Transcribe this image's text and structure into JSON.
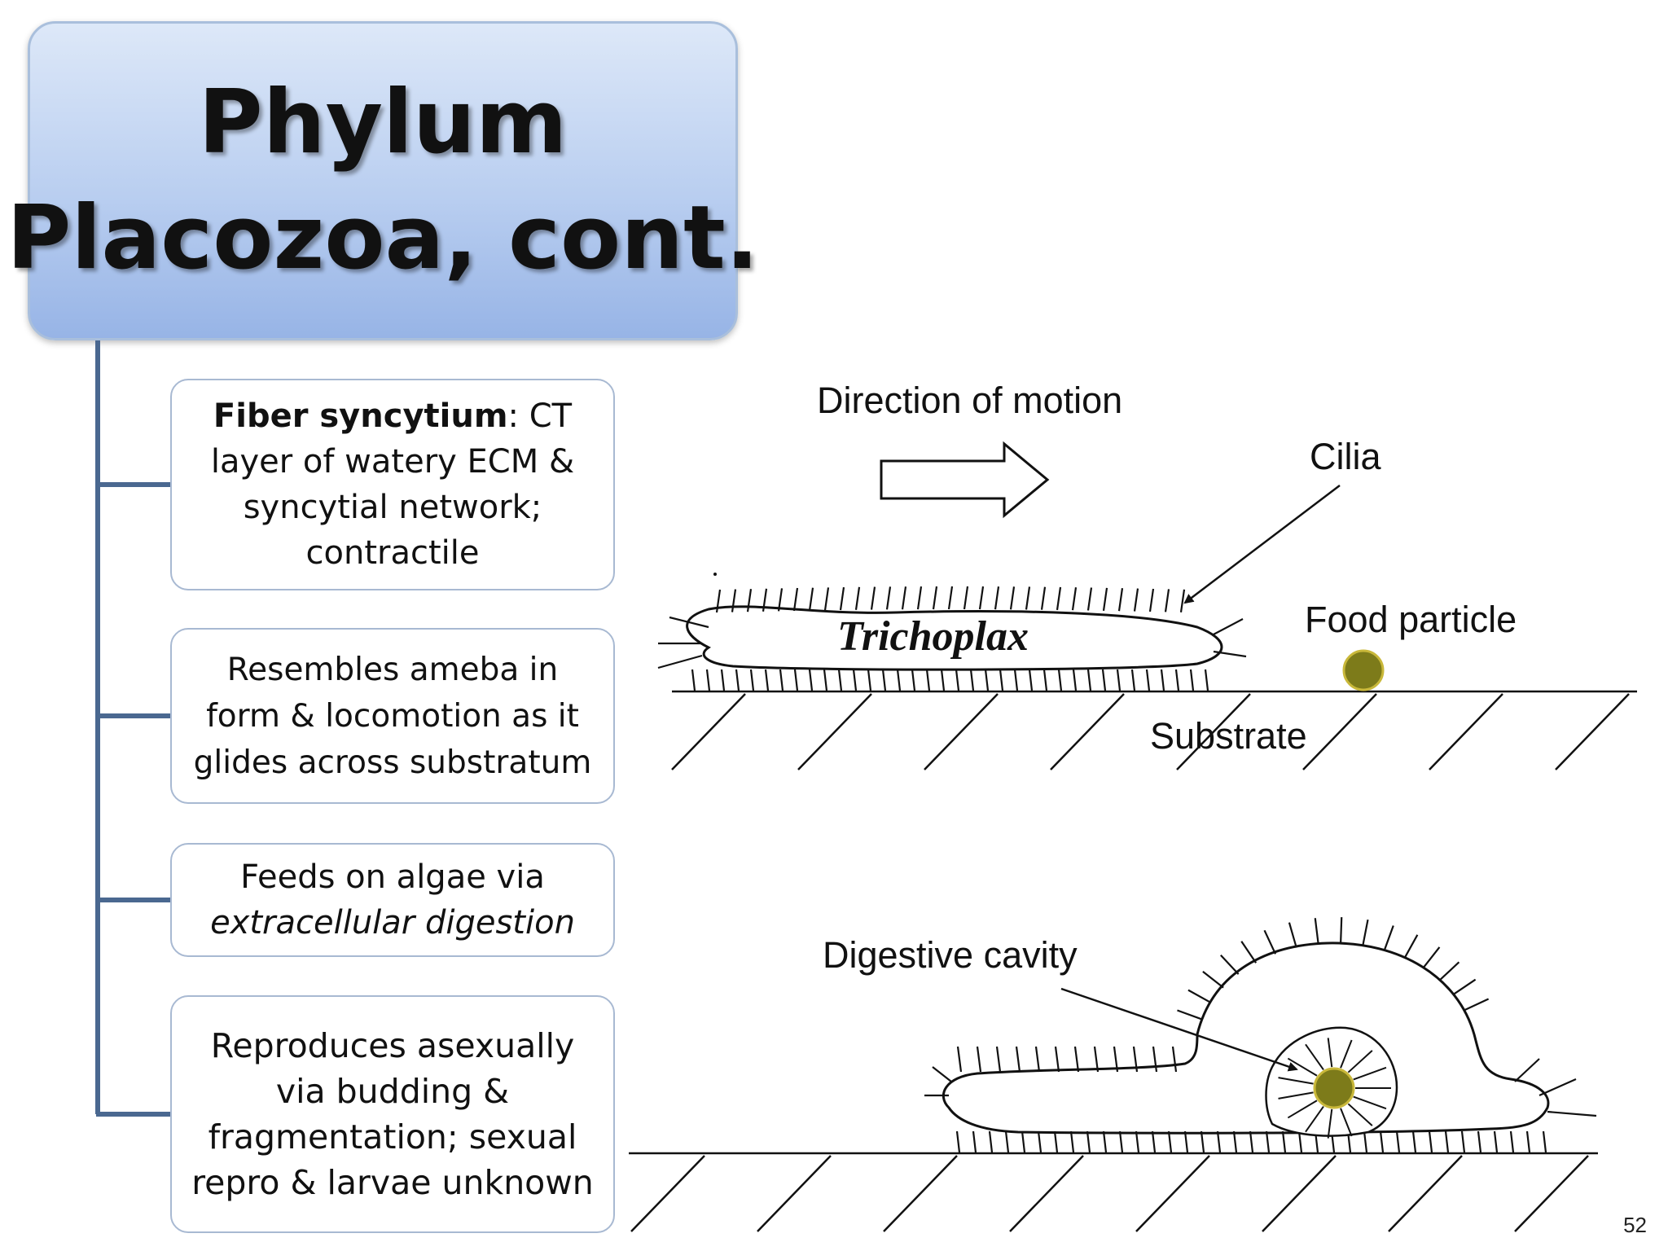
{
  "slide": {
    "title_line1": "Phylum",
    "title_line2": "Placozoa, cont.",
    "page_number": "52"
  },
  "cards": [
    {
      "bold": "Fiber syncytium",
      "rest_line1": ": CT",
      "line2": "layer of watery ECM &",
      "line3": "syncytial network;",
      "line4": "contractile"
    },
    {
      "line1": "Resembles ameba in",
      "line2": "form & locomotion as it",
      "line3": "glides across substratum"
    },
    {
      "line1": "Feeds on algae via",
      "italic": "extracellular digestion"
    },
    {
      "line1": "Reproduces asexually",
      "line2": "via budding &",
      "line3": "fragmentation; sexual",
      "line4": "repro & larvae unknown"
    }
  ],
  "diagram": {
    "labels": {
      "direction": "Direction of motion",
      "cilia": "Cilia",
      "organism": "Trichoplax",
      "food": "Food particle",
      "substrate": "Substrate",
      "digestive": "Digestive cavity"
    },
    "colors": {
      "food_particle": "#7d7b1a",
      "line": "#111111",
      "connector": "#4a6890"
    }
  }
}
